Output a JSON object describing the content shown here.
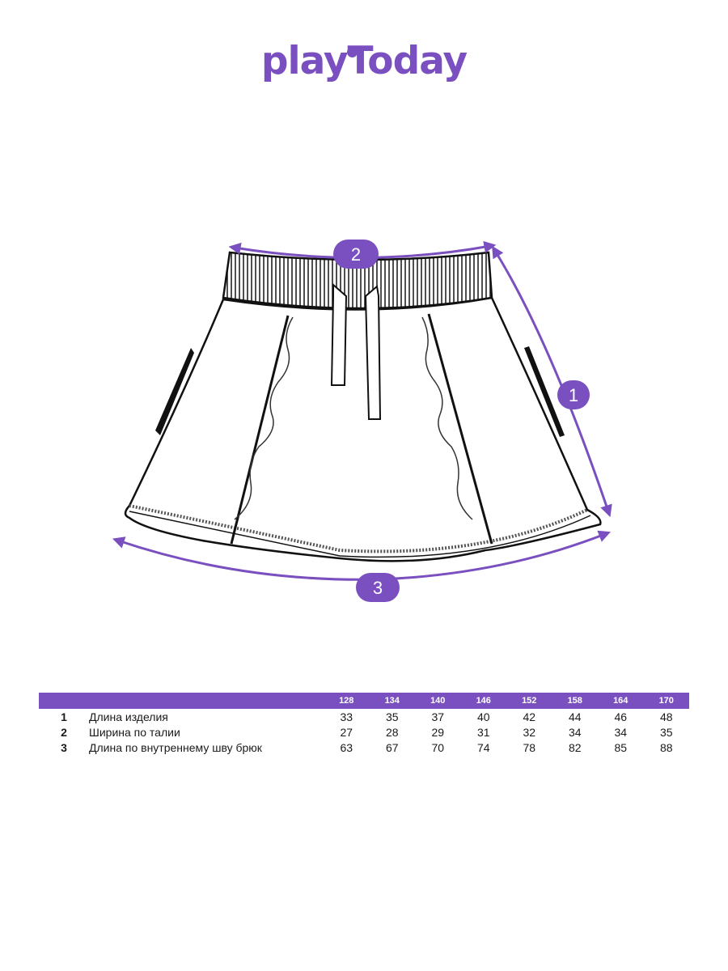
{
  "brand": {
    "logo_text": "playToday",
    "color": "#7a4fbf"
  },
  "markers": {
    "waist": "2",
    "length": "1",
    "hem": "3"
  },
  "table": {
    "sizes": [
      "128",
      "134",
      "140",
      "146",
      "152",
      "158",
      "164",
      "170"
    ],
    "rows": [
      {
        "num": "1",
        "name": "Длина изделия",
        "values": [
          "33",
          "35",
          "37",
          "40",
          "42",
          "44",
          "46",
          "48"
        ]
      },
      {
        "num": "2",
        "name": "Ширина по талии",
        "values": [
          "27",
          "28",
          "29",
          "31",
          "32",
          "34",
          "34",
          "35"
        ]
      },
      {
        "num": "3",
        "name": "Длина по внутреннему шву брюк",
        "values": [
          "63",
          "67",
          "70",
          "74",
          "78",
          "82",
          "85",
          "88"
        ]
      }
    ]
  }
}
